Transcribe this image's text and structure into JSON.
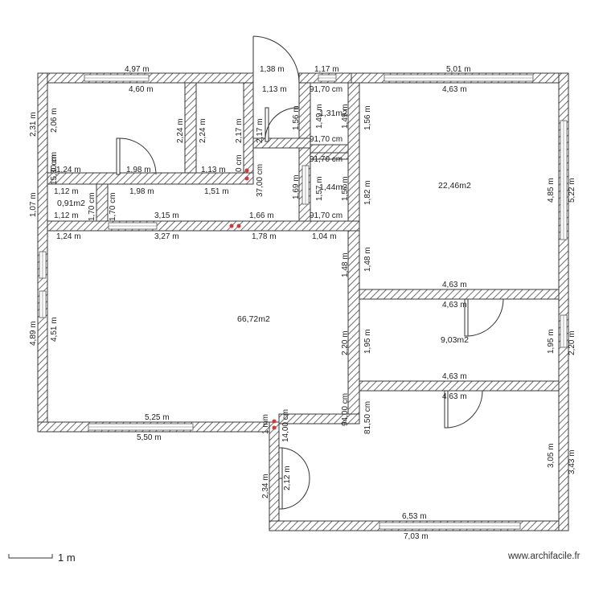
{
  "scale": {
    "label": "1 m"
  },
  "brand": {
    "text": "www.archifacile.fr"
  },
  "rooms": [
    {
      "id": "living",
      "area": "66,72m2"
    },
    {
      "id": "bedroom-large",
      "area": "22,46m2"
    },
    {
      "id": "bedroom-mid",
      "area": "9,03m2"
    },
    {
      "id": "wc-top",
      "area": "1,31m2"
    },
    {
      "id": "wc-mid",
      "area": "1,44m2"
    },
    {
      "id": "closet",
      "area": "0,91m2"
    }
  ],
  "dimensions": [
    "4,97 m",
    "4,60 m",
    "1,38 m",
    "1,13 m",
    "1,17 m",
    "91,70 cm",
    "5,01 m",
    "4,63 m",
    "2,31 m",
    "2,06 m",
    "2,24 m",
    "2,24 m",
    "2,17 m",
    "2,17 m",
    "1,56 m",
    "1,49 m",
    "1,49 m",
    "1,56 m",
    "91,70 cm",
    "91,70 cm",
    "1,24 m",
    "1,98 m",
    "1,13 m",
    "37,00 cm",
    "1,12 m",
    "1,98 m",
    "1,51 m",
    "1,69 m",
    "1,57 m",
    "1,57 m",
    "1,82 m",
    "4,85 m",
    "5,22 m",
    "1,07 m",
    "1,70 cm",
    "1,70 cm",
    "1,12 m",
    "3,15 m",
    "1,66 m",
    "91,70 cm",
    "1,24 m",
    "3,27 m",
    "1,78 m",
    "1,04 m",
    "1,48 m",
    "1,48 m",
    "4,63 m",
    "4,63 m",
    "4,89 m",
    "4,51 m",
    "2,20 m",
    "1,95 m",
    "1,95 m",
    "2,20 m",
    "4,63 m",
    "4,63 m",
    "94,00 cm",
    "81,50 cm",
    "5,25 m",
    "5,50 m",
    "14,00 cm",
    "3,05 m",
    "3,43 m",
    "2,34 m",
    "2,12 m",
    "6,53 m",
    "7,03 m",
    "15,30 cm",
    "0 cm",
    "0 cm",
    "1 mm"
  ]
}
